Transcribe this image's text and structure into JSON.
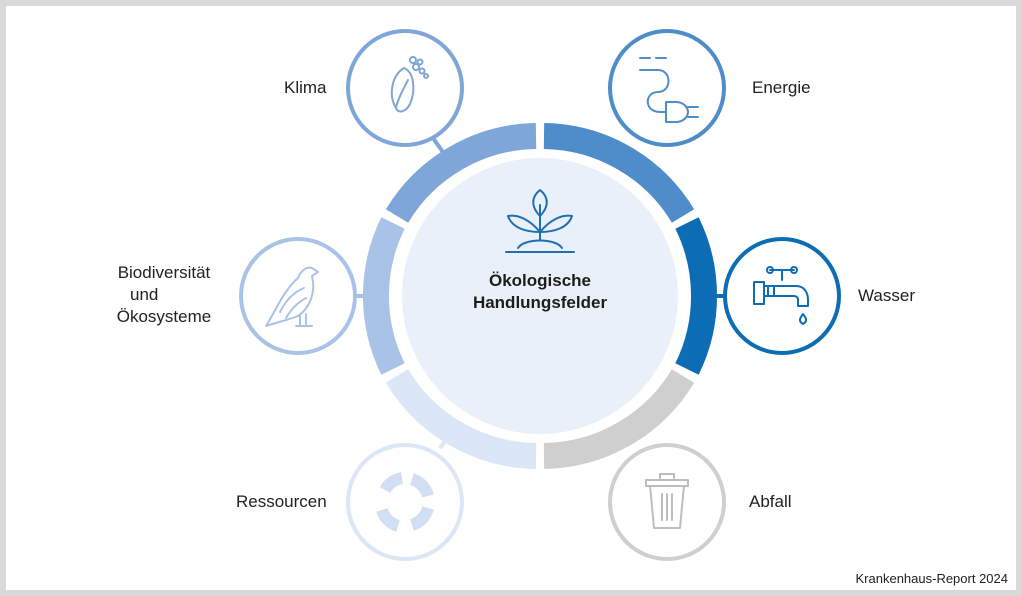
{
  "center": {
    "line1": "Ökologische",
    "line2": "Handlungsfelder",
    "icon": "plant-sprout-icon"
  },
  "fields": [
    {
      "key": "klima",
      "label": "Klima",
      "icon": "footprint-leaf-icon",
      "color": "#7ea6d8"
    },
    {
      "key": "energie",
      "label": "Energie",
      "icon": "power-plug-icon",
      "color": "#4f8dca"
    },
    {
      "key": "wasser",
      "label": "Wasser",
      "icon": "water-tap-icon",
      "color": "#0c6db4"
    },
    {
      "key": "abfall",
      "label": "Abfall",
      "icon": "trash-bin-icon",
      "color": "#cfcfcf"
    },
    {
      "key": "ressourcen",
      "label": "Ressourcen",
      "icon": "recycle-circle-icon",
      "color": "#dbe6f6"
    },
    {
      "key": "biodiversitaet",
      "label_lines": [
        "Biodiversität",
        "und",
        "Ökosysteme"
      ],
      "icon": "bird-icon",
      "color": "#a9c3e8"
    }
  ],
  "colors": {
    "center_fill": "#e9f0fa",
    "frame": "#d9d9d9"
  },
  "source": "Krankenhaus-Report 2024"
}
